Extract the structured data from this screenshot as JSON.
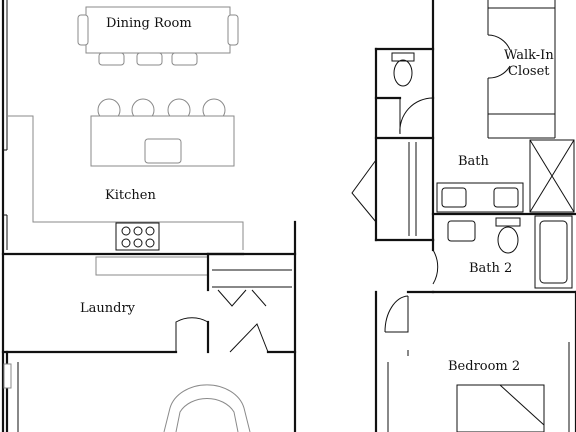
{
  "rooms": {
    "dining_room": "Dining Room",
    "kitchen": "Kitchen",
    "laundry": "Laundry",
    "walk_in_closet_line1": "Walk-In",
    "walk_in_closet_line2": "Closet",
    "bath": "Bath",
    "bath_2": "Bath 2",
    "bedroom_2": "Bedroom 2"
  },
  "colors": {
    "wall": "#111111",
    "fixture": "#8a8a8a",
    "background": "#ffffff"
  },
  "icons": [
    "door-swing-icon",
    "toilet-icon",
    "sink-icon",
    "stove-icon",
    "shower-icon",
    "bathtub-icon",
    "bed-icon",
    "chair-icon"
  ]
}
